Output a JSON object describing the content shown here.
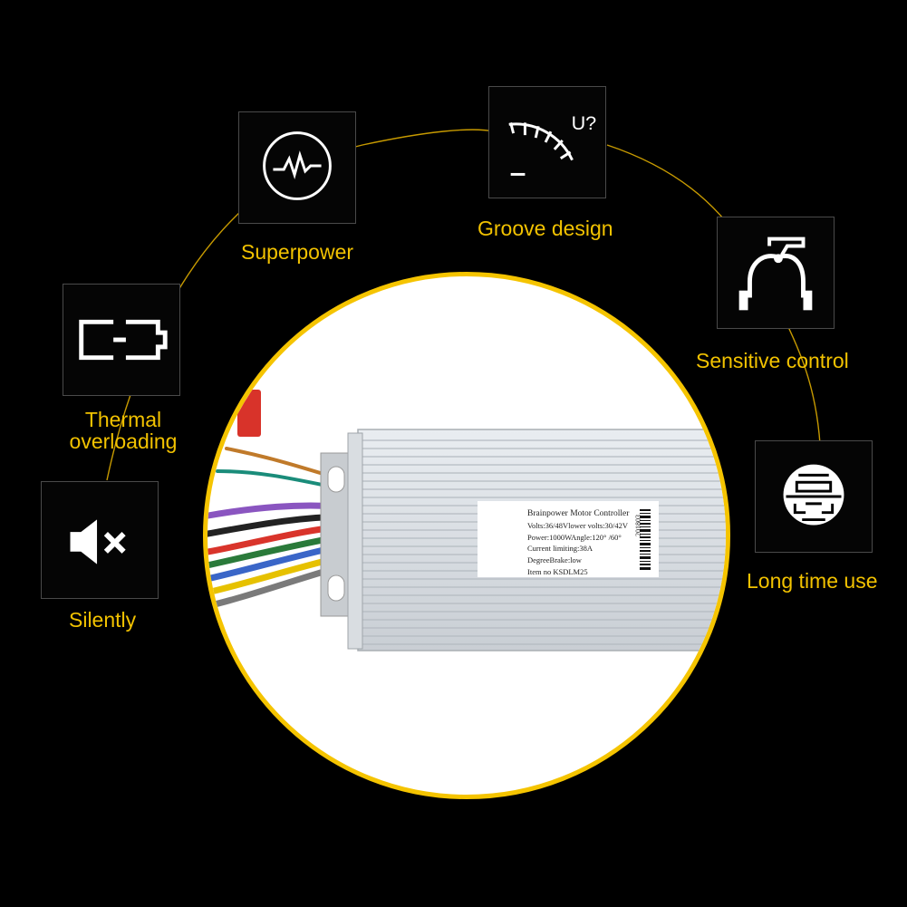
{
  "colors": {
    "background": "#000000",
    "accent": "#f5c400",
    "label_text": "#f2c200"
  },
  "features": [
    {
      "name": "superpower",
      "icon": "pulse-circle-icon",
      "label": "Superpower"
    },
    {
      "name": "groove-design",
      "icon": "gauge-icon",
      "label": "Groove design",
      "icon_text": "U?"
    },
    {
      "name": "sensitive-control",
      "icon": "brake-caliper-icon",
      "label": "Sensitive control"
    },
    {
      "name": "thermal-overloading",
      "icon": "battery-icon",
      "label_lines": [
        "Thermal",
        "overloading"
      ]
    },
    {
      "name": "long-time-use",
      "icon": "circular-emblem-icon",
      "label": "Long time use"
    },
    {
      "name": "silently",
      "icon": "mute-speaker-icon",
      "label": "Silently"
    }
  ],
  "product": {
    "label_lines": [
      "Brainpower Motor Controller",
      "Volts:36/48Vlower volts:30/42V",
      "Power:1000WAngle:120° /60°",
      "Current limiting:38A",
      "DegreeBrake:low",
      "Item no KSDLM25"
    ],
    "serial": "201803"
  }
}
